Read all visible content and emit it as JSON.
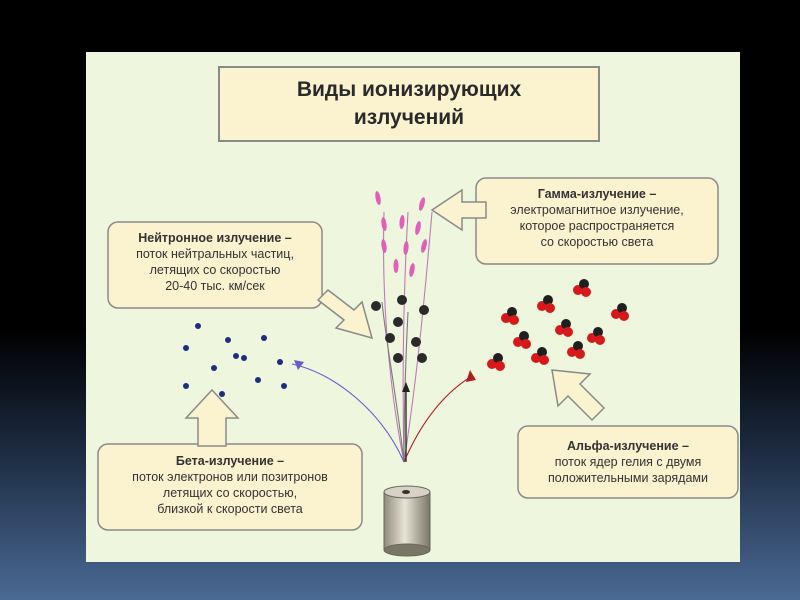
{
  "title": {
    "line1": "Виды ионизирующих",
    "line2": "излучений"
  },
  "callouts": {
    "gamma": {
      "heading": "Гамма-излучение –",
      "lines": [
        "электромагнитное излучение,",
        "которое распространяется",
        "со скоростью света"
      ]
    },
    "neutron": {
      "heading": "Нейтронное излучение –",
      "lines": [
        "поток нейтральных частиц,",
        "летящих со скоростью",
        "20-40 тыс. км/сек"
      ]
    },
    "beta": {
      "heading": "Бета-излучение –",
      "lines": [
        "поток электронов или позитронов",
        "летящих со скоростью,",
        "близкой к скорости света"
      ]
    },
    "alpha": {
      "heading": "Альфа-излучение –",
      "lines": [
        "поток ядер гелия с двумя",
        "положительными зарядами"
      ]
    }
  },
  "colors": {
    "background": "#eef6de",
    "callout_fill": "#fbf2cf",
    "callout_stroke": "#8a8a8a",
    "gamma_particle": "#e060b8",
    "electron": "#1e2d80",
    "neutron": "#2a2a2a",
    "alpha_proton": "#d8191c",
    "beta_ray": "#6a5ad0",
    "alpha_ray": "#b02020"
  },
  "icons": {
    "source": "radioactive-source-cylinder",
    "arrows": "hollow-block-arrow"
  }
}
